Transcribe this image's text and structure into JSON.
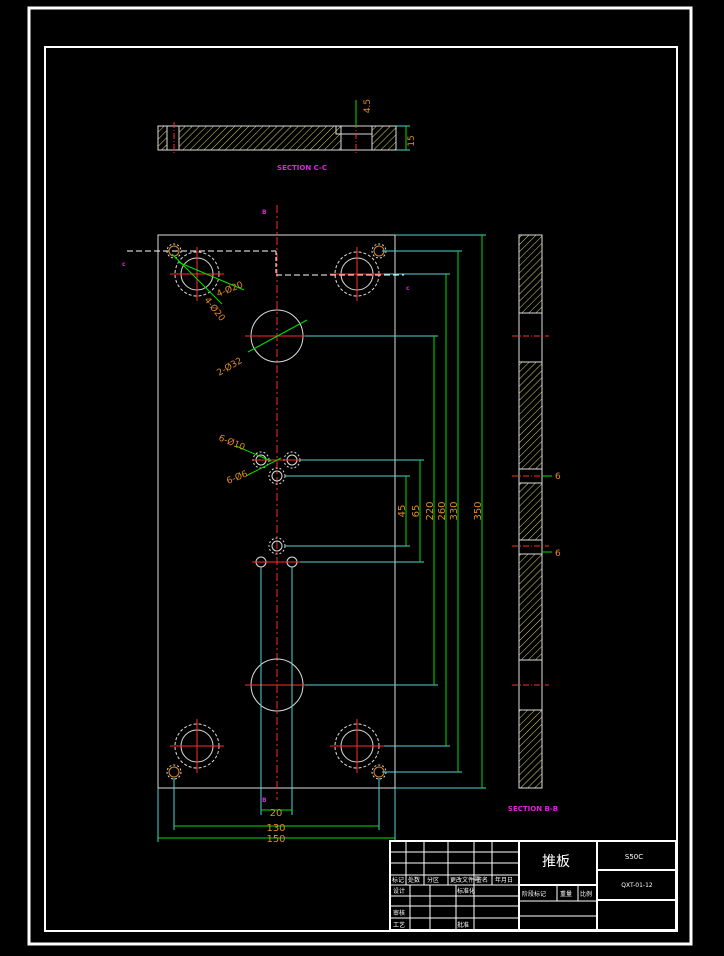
{
  "colors": {
    "background": "#000000",
    "frame": "#ffffff",
    "outline": "#dcdcdc",
    "dimension": "#00e000",
    "extension": "#4fd5d5",
    "center": "#ff2a2a",
    "hatch": "#d8d870",
    "label": "#e08a28",
    "magenta": "#e020e0"
  },
  "section_cc": {
    "title": "SECTION C-C",
    "dim_depth": "4.5",
    "dim_thickness": "15"
  },
  "section_bb": {
    "title": "SECTION B-B",
    "dim_upper": "6",
    "dim_lower": "6"
  },
  "plan": {
    "cut_marks": {
      "c_left": "c",
      "c_right": "c",
      "b_top": "B",
      "b_bottom": "B"
    },
    "hole_labels": {
      "big_spot": "4-Ø20",
      "small_spot": "4-Ø20",
      "big_hole": "2-Ø32",
      "pin_a": "6-Ø10",
      "pin_b": "6-Ø6"
    },
    "vertical_dims": [
      "45",
      "65",
      "220",
      "260",
      "330",
      "350"
    ],
    "horizontal_dims": {
      "pitch": "20",
      "inner": "130",
      "overall": "150"
    }
  },
  "title_block": {
    "part_name": "推板",
    "material": "S50C",
    "drawing_no": "QXT-01-12",
    "row_labels": [
      "标记",
      "处数",
      "分区",
      "更改文件号",
      "签名",
      "年月日"
    ],
    "design_label": "设计",
    "standard_label": "标准化",
    "stage_label": "阶段标记",
    "weight_label": "重量",
    "scale_label": "比例",
    "review_label": "审核",
    "process_label": "工艺",
    "approve_label": "批准"
  }
}
